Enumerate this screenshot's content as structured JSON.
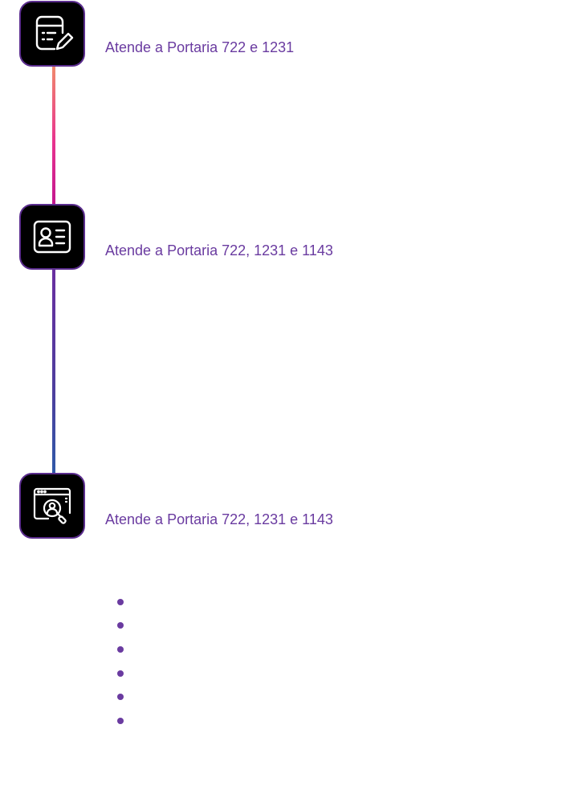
{
  "colors": {
    "accent_purple": "#6a3ba0",
    "icon_border": "#5b2d8e",
    "icon_background": "#000000",
    "line_top_gradient": [
      "#f08a6c",
      "#e8338f",
      "#c2168f"
    ],
    "line_bottom_gradient": [
      "#6a2fa0",
      "#4d3f9e",
      "#2f5aa8"
    ]
  },
  "timeline": {
    "steps": [
      {
        "icon": "document-edit-icon",
        "label": "Atende a Portaria 722 e 1231"
      },
      {
        "icon": "id-card-icon",
        "label": "Atende a Portaria 722, 1231 e 1143"
      },
      {
        "icon": "browser-user-search-icon",
        "label": "Atende a Portaria 722, 1231 e 1143"
      }
    ]
  },
  "bullets": {
    "items": [
      "",
      "",
      "",
      "",
      "",
      ""
    ]
  }
}
